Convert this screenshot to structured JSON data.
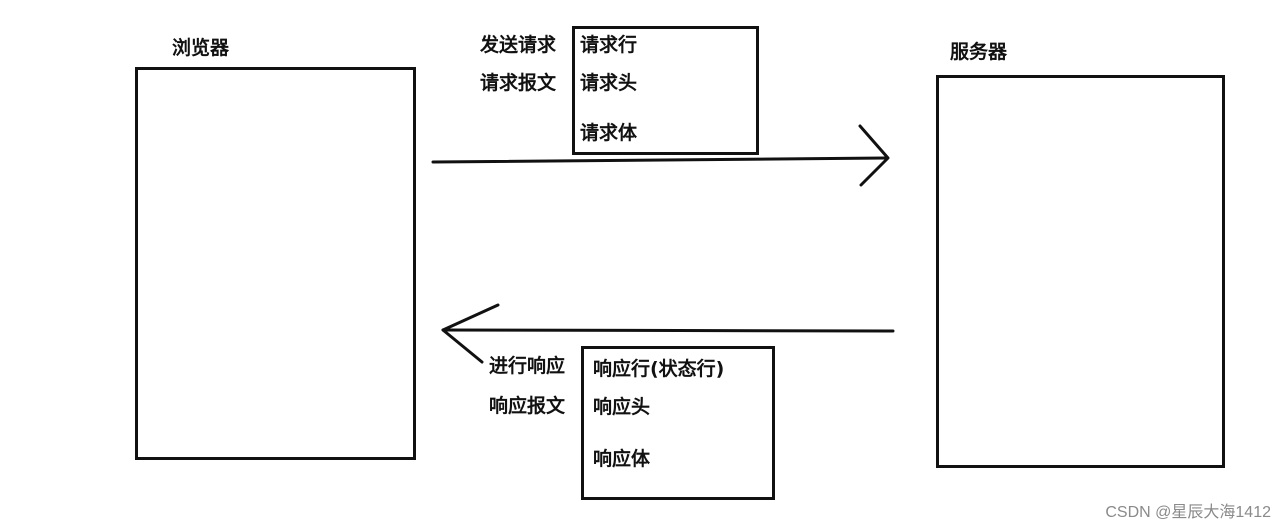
{
  "browser": {
    "title": "浏览器"
  },
  "server": {
    "title": "服务器"
  },
  "request": {
    "label_action": "发送请求",
    "label_message": "请求报文",
    "parts": [
      "请求行",
      "请求头",
      "请求体"
    ]
  },
  "response": {
    "label_action": "进行响应",
    "label_message": "响应报文",
    "parts": [
      "响应行(状态行)",
      "响应头",
      "响应体"
    ]
  },
  "watermark": "CSDN @星辰大海1412"
}
